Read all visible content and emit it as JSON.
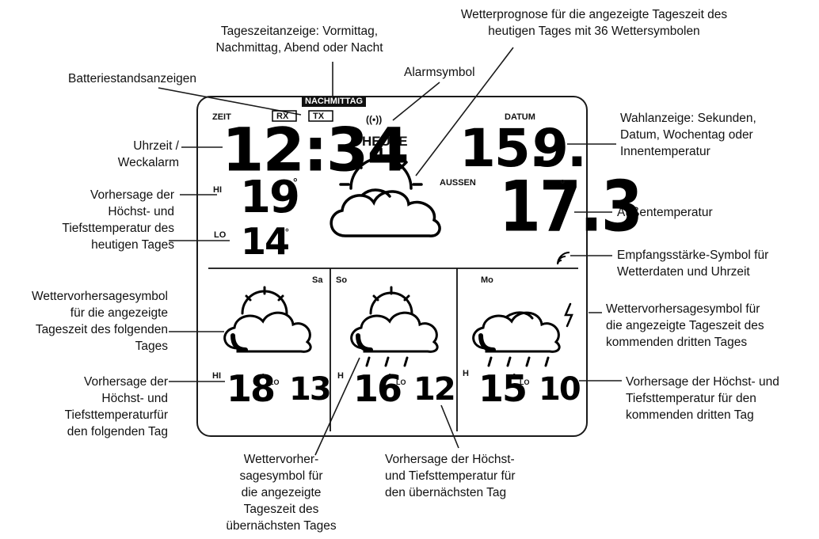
{
  "callouts": {
    "tageszeit": [
      "Tageszeitanzeige: Vormittag,",
      "Nachmittag, Abend oder Nacht"
    ],
    "wetterprognose": [
      "Wetterprognose für die angezeigte Tageszeit des",
      "heutigen Tages mit 36 Wettersymbolen"
    ],
    "alarm": "Alarmsymbol",
    "batterie": "Batteriestandsanzeigen",
    "uhrzeit": [
      "Uhrzeit /",
      "Weckalarm"
    ],
    "wahlanzeige": [
      "Wahlanzeige: Sekunden,",
      "Datum, Wochentag oder",
      "Innentemperatur"
    ],
    "hochsttief_heute": [
      "Vorhersage der",
      "Höchst- und",
      "Tiefsttemperatur des",
      "heutigen Tages"
    ],
    "aussen": "Außentemperatur",
    "empfang": [
      "Empfangsstärke-Symbol für",
      "Wetterdaten und Uhrzeit"
    ],
    "symbol_folgend": [
      "Wettervorhersagesymbol",
      "für die angezeigte",
      "Tageszeit des folgenden",
      "Tages"
    ],
    "symbol_dritter": [
      "Wettervorhersagesymbol für",
      "die angezeigte Tageszeit des",
      "kommenden dritten Tages"
    ],
    "temp_folgend": [
      "Vorhersage der",
      "Höchst- und",
      "Tiefsttemperaturfür",
      "den folgenden Tag"
    ],
    "temp_dritter": [
      "Vorhersage der Höchst- und",
      "Tiefsttemperatur für den",
      "kommenden dritten Tag"
    ],
    "symbol_uebernaechst": [
      "Wettervorher-",
      "sagesymbol für",
      "die angezeigte",
      "Tageszeit des",
      "übernächsten Tages"
    ],
    "temp_uebernaechst": [
      "Vorhersage der Höchst-",
      "und Tiefsttemperatur für",
      "den übernächsten Tag"
    ]
  },
  "display": {
    "tageszeit_tag": "NACHMITTAG",
    "zeit_label": "ZEIT",
    "rx": "RX",
    "tx": "TX",
    "alarm_glyph": "((•))",
    "heute": "HEUTE",
    "time": "12:34",
    "datum_label": "DATUM",
    "date_day": "15.",
    "date_month": "9.",
    "aussen_label": "AUSSEN",
    "outdoor_temp": "17.3",
    "outdoor_unit": "°",
    "hi": "HI",
    "lo": "LO",
    "today_hi": "19",
    "today_lo": "14",
    "deg": "°",
    "days": [
      {
        "name": "Sa",
        "hi": "18",
        "lo": "13",
        "icon": "sun-cloud",
        "hi_label": "HI",
        "lo_label": "LO"
      },
      {
        "name": "So",
        "hi": "16",
        "lo": "12",
        "icon": "sun-cloud-rain",
        "hi_label": "H",
        "lo_label": "LO"
      },
      {
        "name": "Mo",
        "hi": "15",
        "lo": "10",
        "icon": "cloud-rain-storm",
        "hi_label": "H",
        "lo_label": "LO"
      }
    ]
  }
}
